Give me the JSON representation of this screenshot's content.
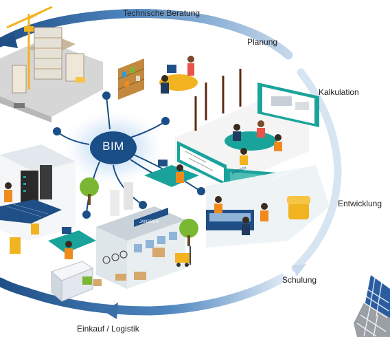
{
  "hub": {
    "label": "BIM"
  },
  "stages": [
    {
      "id": "technische-beratung",
      "label": "Technische Beratung"
    },
    {
      "id": "planung",
      "label": "Planung"
    },
    {
      "id": "kalkulation",
      "label": "Kalkulation"
    },
    {
      "id": "entwicklung",
      "label": "Entwicklung"
    },
    {
      "id": "schulung",
      "label": "Schulung"
    },
    {
      "id": "einkauf-logistik",
      "label": "Einkauf / Logistik"
    }
  ],
  "signage": {
    "building_sign": "JANSSEN",
    "banner_technology": "TECHNOLOGIEZENTRUM",
    "banner_presentation": "JANSSEN"
  },
  "colors": {
    "ring_dark": "#1f4f86",
    "ring_mid": "#4f86bf",
    "ring_light": "#dbe7f3",
    "hub": "#1a4e86",
    "accent_teal": "#1aa39b",
    "accent_green": "#7ab833",
    "accent_orange": "#f08a1d"
  },
  "icons": {
    "logo": "janssen-logo-icon"
  }
}
